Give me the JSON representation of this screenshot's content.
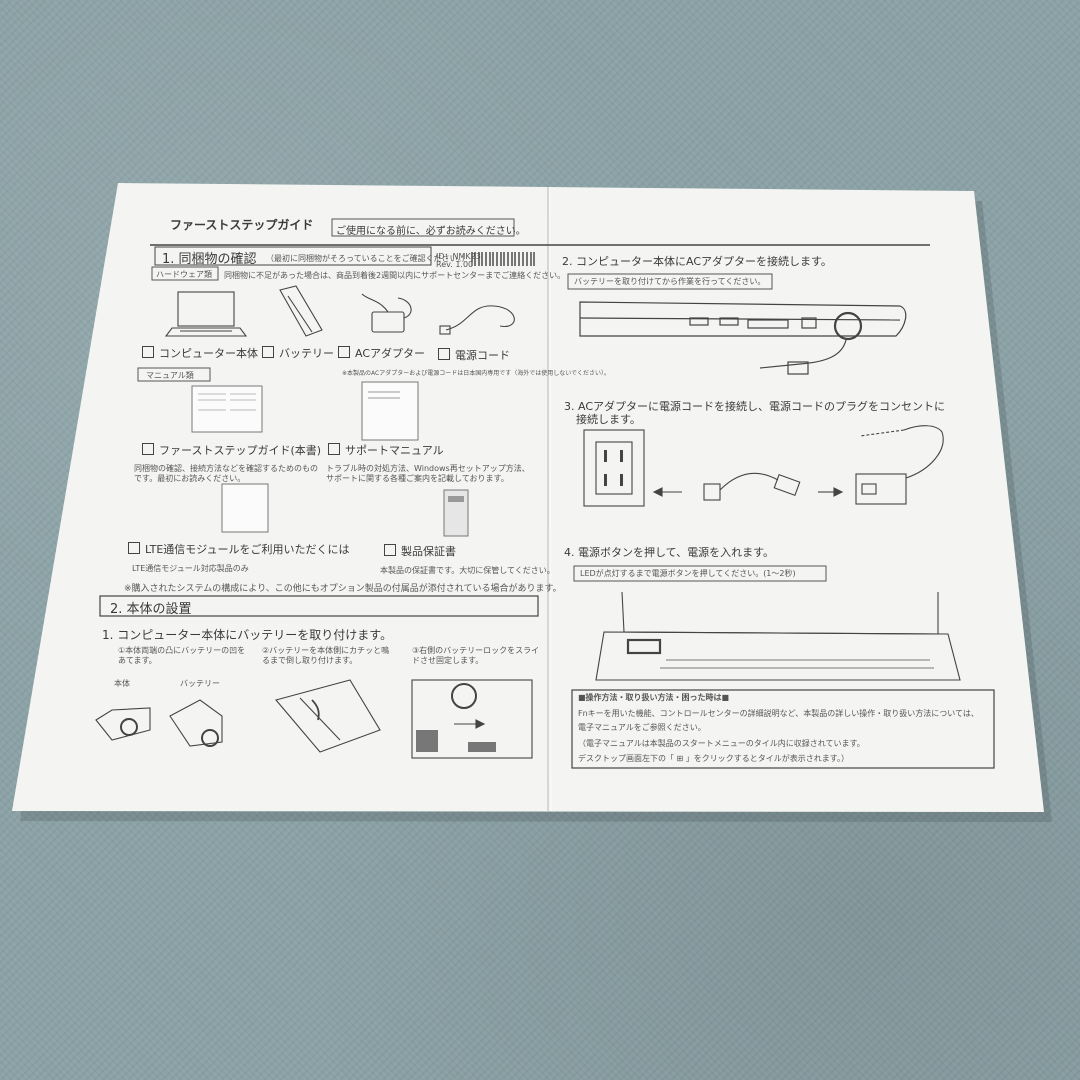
{
  "doc": {
    "title": "ファーストステップガイド",
    "subtitle_note": "ご使用になる前に、必ずお読みください。",
    "doc_codes": [
      "ID：NMK23",
      "Rev. 1.00"
    ]
  },
  "section1": {
    "heading": "1. 同梱物の確認",
    "heading_note": "（最初に同梱物がそろっていることをご確認ください。）",
    "hardware_tag": "ハードウェア類",
    "hardware_note": "同梱物に不足があった場合は、商品到着後2週間以内にサポートセンターまでご連絡ください。",
    "hardware_items": [
      "コンピューター本体",
      "バッテリー",
      "ACアダプター",
      "電源コード"
    ],
    "ac_note": "※本製品のACアダプターおよび電源コードは日本国内専用です（海外では使用しないでください）。",
    "manual_tag": "マニュアル類",
    "manual_items": [
      {
        "label": "ファーストステップガイド(本書)",
        "desc": "同梱物の確認、接続方法などを確認するためのものです。最初にお読みください。"
      },
      {
        "label": "サポートマニュアル",
        "desc": "トラブル時の対処方法、Windows再セットアップ方法、サポートに関する各種ご案内を記載しております。"
      },
      {
        "label": "LTE通信モジュールをご利用いただくには",
        "desc": "LTE通信モジュール対応製品のみ"
      },
      {
        "label": "製品保証書",
        "desc": "本製品の保証書です。大切に保管してください。"
      }
    ],
    "option_note": "※購入されたシステムの構成により、この他にもオプション製品の付属品が添付されている場合があります。"
  },
  "section2": {
    "heading": "2. 本体の設置",
    "step1_title": "1. コンピューター本体にバッテリーを取り付けます。",
    "step1_subs": [
      "①本体両端の凸にバッテリーの凹をあてます。",
      "②バッテリーを本体側にカチッと鳴るまで倒し取り付けます。",
      "③右側のバッテリーロックをスライドさせ固定します。"
    ],
    "body_label": "本体",
    "battery_label": "バッテリー"
  },
  "right": {
    "step2_title": "2. コンピューター本体にACアダプターを接続します。",
    "step2_note": "バッテリーを取り付けてから作業を行ってください。",
    "step3_title_1": "3. ACアダプターに電源コードを接続し、電源コードのプラグをコンセントに",
    "step3_title_2": "接続します。",
    "step4_title": "4. 電源ボタンを押して、電源を入れます。",
    "step4_note": "LEDが点灯するまで電源ボタンを押してください。(1～2秒)",
    "info_box": {
      "heading": "■操作方法・取り扱い方法・困った時は■",
      "lines": [
        "Fnキーを用いた機能、コントロールセンターの詳細説明など、本製品の詳しい操作・取り扱い方法については、",
        "電子マニュアルをご参照ください。",
        "（電子マニュアルは本製品のスタートメニューのタイル内に収録されています。",
        "デスクトップ画面左下の「 ⊞ 」をクリックするとタイルが表示されます。）"
      ]
    }
  },
  "colors": {
    "paper": "#f4f5f3",
    "carpet": "#8aa1a5",
    "ink": "#3a3a3a"
  }
}
